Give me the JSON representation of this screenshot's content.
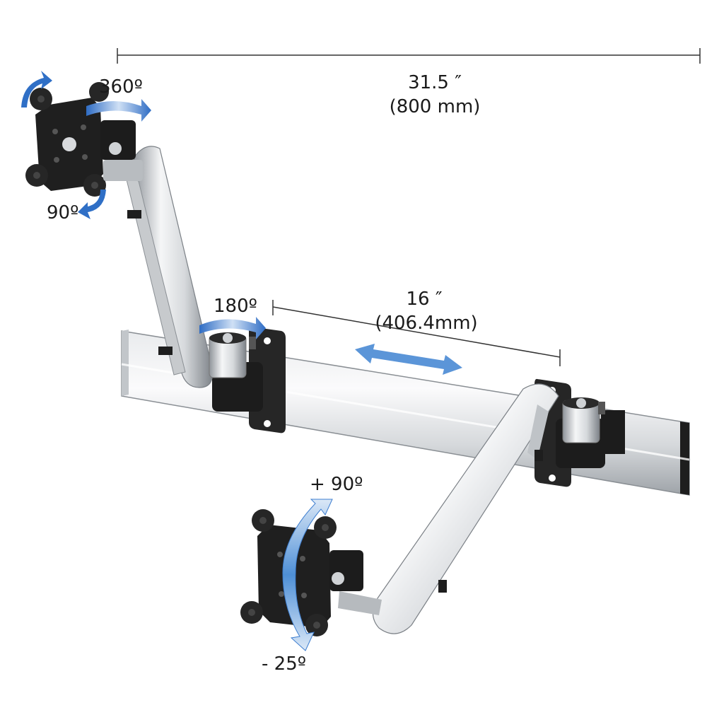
{
  "dimensions": {
    "total_width": {
      "inches": "31.5 ″",
      "metric": "(800 mm)"
    },
    "slide_travel": {
      "inches": "16 ″",
      "metric": "(406.4mm)"
    }
  },
  "rotations": {
    "swivel_top": "360º",
    "rotate_top": "90º",
    "base_swivel": "180º",
    "tilt_up": "+ 90º",
    "tilt_down": "- 25º"
  },
  "colors": {
    "arrow_blue": "#3f7fd0",
    "arrow_dark": "#1f56a8",
    "aluminum_light": "#f4f5f6",
    "aluminum_mid": "#c9ccd0",
    "aluminum_dark": "#8e9398",
    "bracket_black": "#222222",
    "dimension_line": "#333333"
  }
}
